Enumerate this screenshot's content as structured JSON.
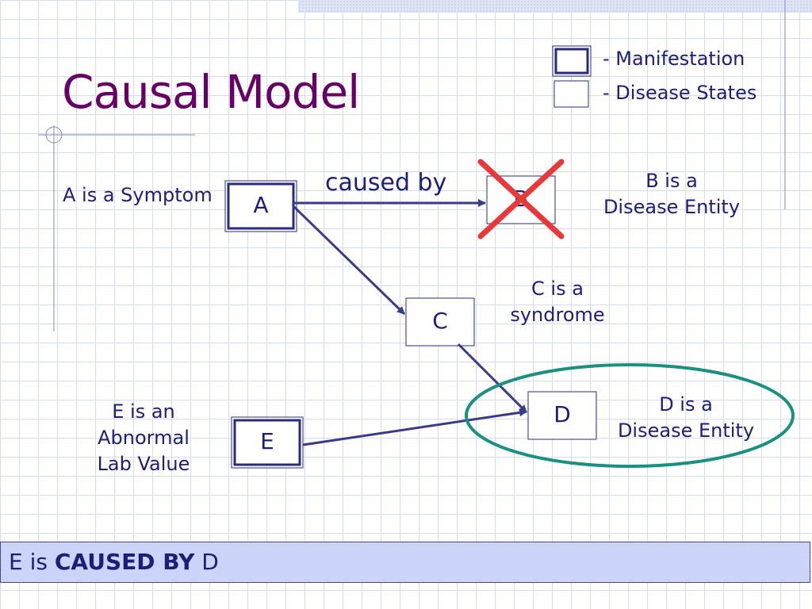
{
  "title": "Causal Model",
  "legend": {
    "manifestation": "- Manifestation",
    "disease_states": "- Disease States"
  },
  "nodes": {
    "a": "A",
    "b": "B",
    "c": "C",
    "d": "D",
    "e": "E"
  },
  "edge_label": "caused by",
  "annotations": {
    "a": "A is a Symptom",
    "b_line1": "B is a",
    "b_line2": "Disease Entity",
    "c_line1": "C is a",
    "c_line2": "syndrome",
    "d_line1": "D is a",
    "d_line2": "Disease Entity",
    "e_line1": "E is an",
    "e_line2": "Abnormal",
    "e_line3": "Lab Value"
  },
  "banner": {
    "prefix": "E is",
    "emphasis": "CAUSED BY",
    "suffix": "D"
  },
  "colors": {
    "title": "#660066",
    "text": "#1e1e78",
    "arrow": "#3a3a88",
    "cross": "#e8383a",
    "ellipse": "#1a9080",
    "banner_bg": "#ccd4fa"
  }
}
